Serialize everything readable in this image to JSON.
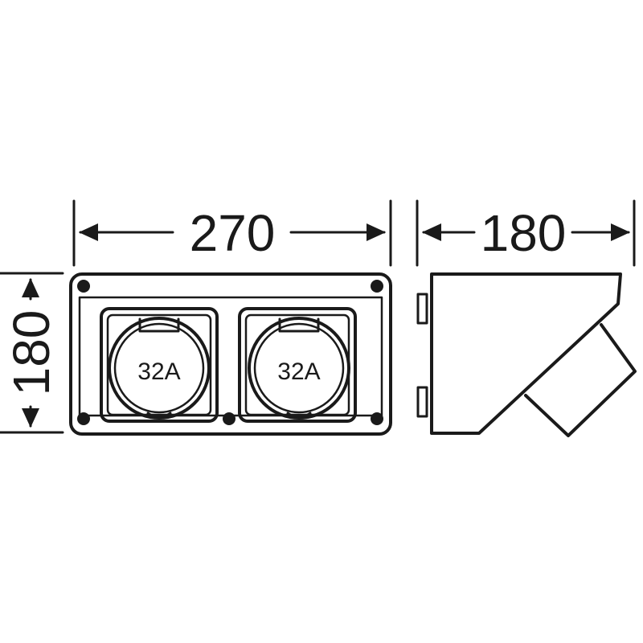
{
  "dimensions": {
    "front_width": "270",
    "front_height": "180",
    "side_depth": "180"
  },
  "sockets": [
    {
      "label": "32A"
    },
    {
      "label": "32A"
    }
  ],
  "colors": {
    "line": "#1a1a1a",
    "background": "#ffffff"
  }
}
